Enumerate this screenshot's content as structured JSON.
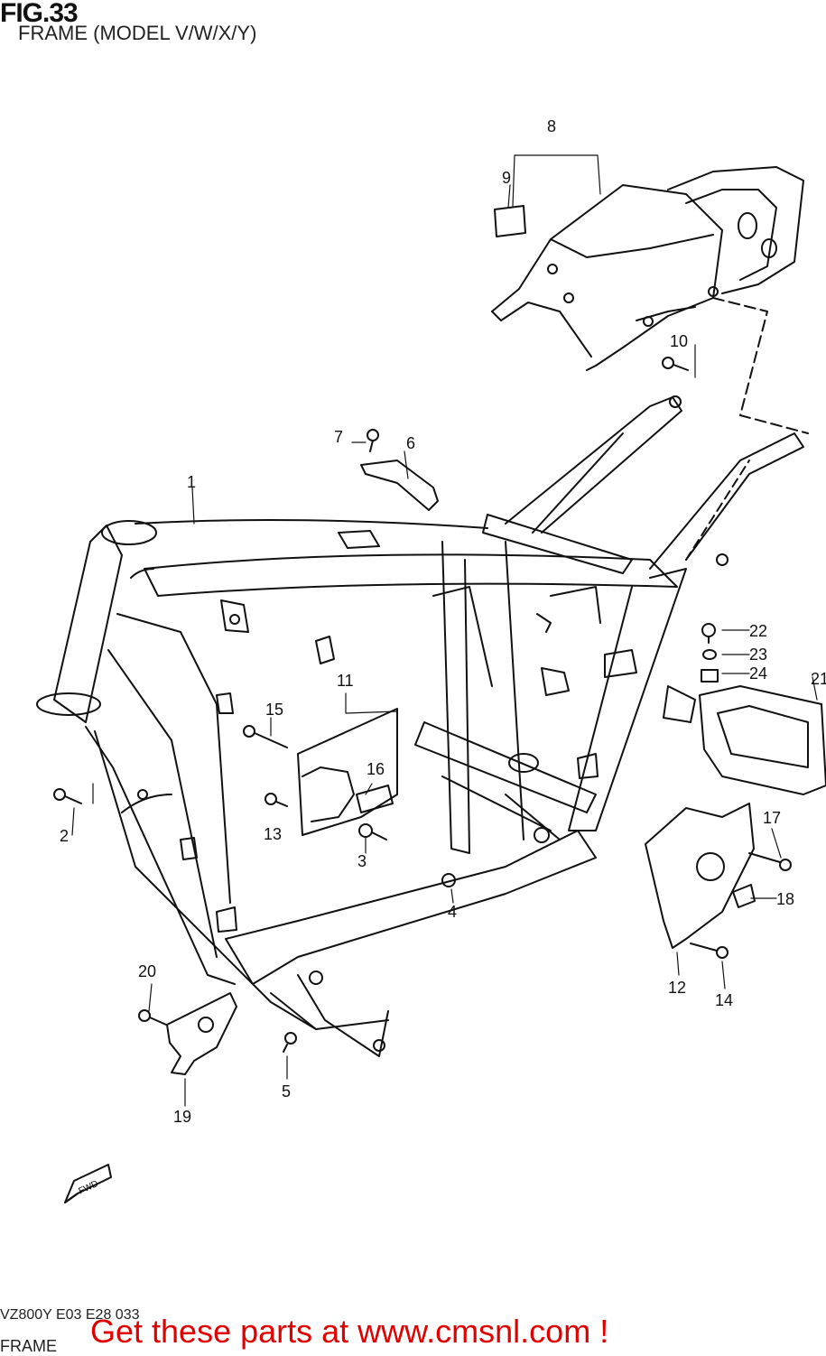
{
  "figure": {
    "title": "FIG.33",
    "subtitle": "FRAME (MODEL V/W/X/Y)"
  },
  "callouts": [
    {
      "id": "c1",
      "label": "1"
    },
    {
      "id": "c2",
      "label": "2"
    },
    {
      "id": "c3",
      "label": "3"
    },
    {
      "id": "c4",
      "label": "4"
    },
    {
      "id": "c5",
      "label": "5"
    },
    {
      "id": "c6",
      "label": "6"
    },
    {
      "id": "c7",
      "label": "7"
    },
    {
      "id": "c8",
      "label": "8"
    },
    {
      "id": "c9",
      "label": "9"
    },
    {
      "id": "c10",
      "label": "10"
    },
    {
      "id": "c11",
      "label": "11"
    },
    {
      "id": "c12",
      "label": "12"
    },
    {
      "id": "c13",
      "label": "13"
    },
    {
      "id": "c14",
      "label": "14"
    },
    {
      "id": "c15",
      "label": "15"
    },
    {
      "id": "c16",
      "label": "16"
    },
    {
      "id": "c17",
      "label": "17"
    },
    {
      "id": "c18",
      "label": "18"
    },
    {
      "id": "c19",
      "label": "19"
    },
    {
      "id": "c20",
      "label": "20"
    },
    {
      "id": "c21",
      "label": "21"
    },
    {
      "id": "c22",
      "label": "22"
    },
    {
      "id": "c23",
      "label": "23"
    },
    {
      "id": "c24",
      "label": "24"
    }
  ],
  "fwd_label": "FWD",
  "footer": {
    "code": "VZ800Y E03 E28 033",
    "name": "FRAME",
    "promo": "Get these parts at www.cmsnl.com !",
    "promo_color": "#e00000"
  }
}
